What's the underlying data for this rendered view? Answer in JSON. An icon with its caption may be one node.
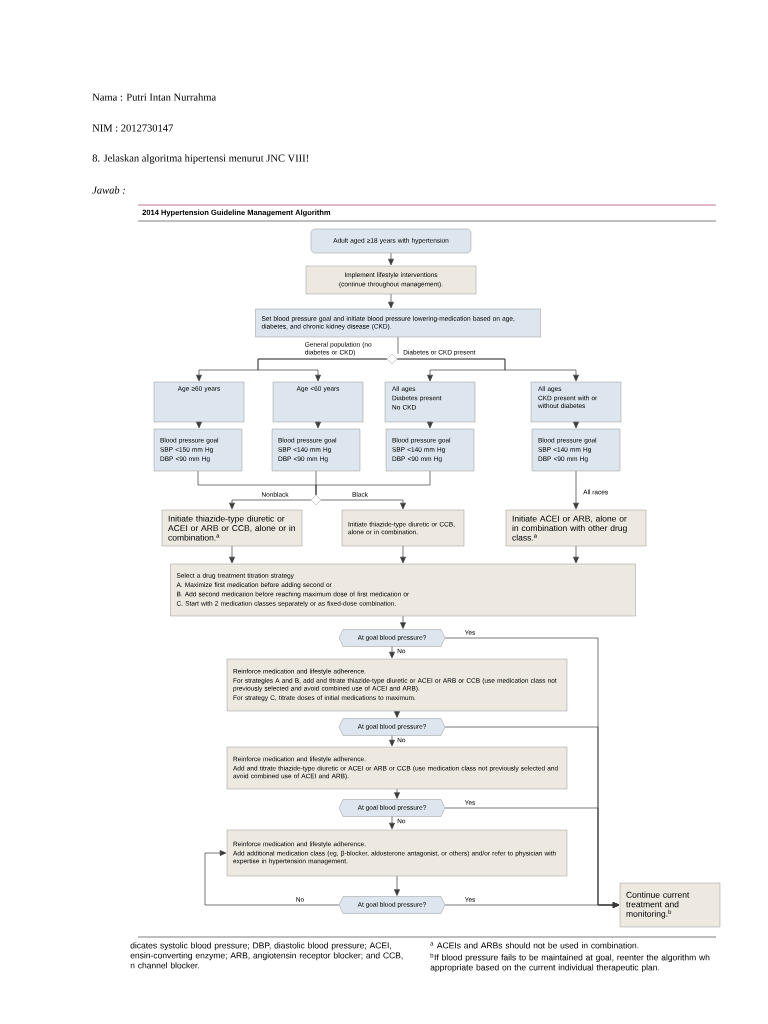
{
  "diagram": {
    "title": "2014 Hypertension Guideline Management Algorithm",
    "nodes": [
      {
        "text": [
          "Adult aged ≥18 years with hypertension"
        ]
      },
      {
        "text": [
          "Implement lifestyle interventions",
          "(continue throughout management)."
        ]
      },
      {
        "text": [
          "Set blood pressure goal and initiate blood pressure lowering-medication based on age, diabetes, and chronic kidney disease (CKD)."
        ]
      },
      {
        "text": [],
        "shape": "diamond"
      },
      {
        "text": [
          "Age ≥60 years"
        ]
      },
      {
        "text": [
          "Age <60 years"
        ]
      },
      {
        "text": [
          "All ages",
          "Diabetes present",
          "No CKD"
        ]
      },
      {
        "text": [
          "All ages",
          "CKD present with or without diabetes"
        ]
      },
      {
        "text": [
          "Blood pressure goal",
          "SBP <150 mm Hg",
          "DBP <90 mm Hg"
        ]
      },
      {
        "text": [
          "Blood pressure goal",
          "SBP <140 mm Hg",
          "DBP <90 mm Hg"
        ]
      },
      {
        "text": [
          "Blood pressure goal",
          "SBP <140 mm Hg",
          "DBP <90 mm Hg"
        ]
      },
      {
        "text": [
          "Blood pressure goal",
          "SBP <140 mm Hg",
          "DBP <90 mm Hg"
        ]
      },
      {
        "text": [],
        "shape": "diamond"
      },
      {
        "text": [
          "Initiate thiazide-type diuretic or ACEI or ARB or CCB, alone or in combination.$^{a}$"
        ]
      },
      {
        "text": [
          "Initiate thiazide-type diuretic or CCB, alone or in combination."
        ]
      },
      {
        "text": [
          "Initiate ACEI or ARB, alone or in combination with other drug class.$^{a}$"
        ]
      },
      {
        "text": [
          "Select a drug treatment titration strategy",
          "A. Maximize first medication before adding second or",
          "B. Add second medication before reaching maximum dose of first medication or",
          "C. Start with 2 medication classes separately or as fixed-dose combination."
        ]
      },
      {
        "text": [
          "At goal blood pressure?"
        ]
      },
      {
        "text": [
          "Reinforce medication and lifestyle adherence.",
          "For strategies A and B, add and titrate thiazide-type diuretic or ACEI or ARB or CCB (use medication class not previously selected and avoid combined use of ACEI and ARB).",
          "For strategy C, titrate doses of initial medications to maximum."
        ]
      },
      {
        "text": [
          "At goal blood pressure?"
        ]
      },
      {
        "text": [
          "Reinforce medication and lifestyle adherence.",
          "Add and titrate thiazide-type diuretic or ACEI or ARB or CCB (use medication class not previously selected and avoid combined use of ACEI and ARB)."
        ]
      },
      {
        "text": [
          "At goal blood pressure?"
        ]
      },
      {
        "text": [
          "Reinforce medication and lifestyle adherence.",
          "Add additional medication class (eg, β-blocker, aldosterone antagonist, or others) and/or refer to physician with expertise in hypertension management."
        ]
      },
      {
        "text": [
          "At goal blood pressure?"
        ]
      },
      {
        "text": [
          "Continue current treatment and monitoring.$^{b}$"
        ]
      }
    ],
    "edges": [
      {
        "from": 0,
        "to": 1,
        "arrow": "to"
      },
      {
        "from": 1,
        "to": 2,
        "arrow": "to"
      },
      {
        "from": 2,
        "to": 3,
        "arrow": "none"
      },
      {
        "from": 3,
        "to": 4,
        "arrow": "to",
        "label": "General population (no diabetes or CKD)"
      },
      {
        "from": 3,
        "to": 5,
        "arrow": "to"
      },
      {
        "from": 3,
        "to": 6,
        "arrow": "to",
        "label": "Diabetes or CKD present"
      },
      {
        "from": 3,
        "to": 7,
        "arrow": "to"
      },
      {
        "from": 4,
        "to": 8,
        "arrow": "to"
      },
      {
        "from": 5,
        "to": 9,
        "arrow": "to"
      },
      {
        "from": 6,
        "to": 10,
        "arrow": "to"
      },
      {
        "from": 7,
        "to": 11,
        "arrow": "to"
      },
      {
        "from": 8,
        "to": 12,
        "arrow": "none"
      },
      {
        "from": 9,
        "to": 12,
        "arrow": "none"
      },
      {
        "from": 10,
        "to": 12,
        "arrow": "none"
      },
      {
        "from": 12,
        "to": 13,
        "arrow": "to",
        "label": "Nonblack"
      },
      {
        "from": 12,
        "to": 14,
        "arrow": "to",
        "label": "Black"
      },
      {
        "from": 11,
        "to": 15,
        "arrow": "to",
        "label": "All races"
      },
      {
        "from": 13,
        "to": 16,
        "arrow": "to"
      },
      {
        "from": 14,
        "to": 16,
        "arrow": "to"
      },
      {
        "from": 15,
        "to": 16,
        "arrow": "to"
      },
      {
        "from": 16,
        "to": 17,
        "arrow": "to"
      },
      {
        "from": 17,
        "to": 18,
        "arrow": "to",
        "label": "No"
      },
      {
        "from": 17,
        "to": 24,
        "arrow": "to",
        "label": "Yes"
      },
      {
        "from": 18,
        "to": 19,
        "arrow": "to"
      },
      {
        "from": 19,
        "to": 24,
        "arrow": "to"
      },
      {
        "from": 19,
        "to": 20,
        "arrow": "to",
        "label": "No"
      },
      {
        "from": 20,
        "to": 21,
        "arrow": "to"
      },
      {
        "from": 21,
        "to": 24,
        "arrow": "to",
        "label": "Yes"
      },
      {
        "from": 21,
        "to": 22,
        "arrow": "to",
        "label": "No"
      },
      {
        "from": 22,
        "to": 23,
        "arrow": "to"
      },
      {
        "from": 23,
        "to": 22,
        "arrow": "to",
        "label": "No"
      },
      {
        "from": 23,
        "to": 24,
        "arrow": "to",
        "label": "Yes"
      }
    ],
    "labels": [
      "Nama  : Putri Intan Nurrahma",
      "NIM    : 2012730147",
      "8. Jelaskan algoritma hipertensi menurut JNC VIII!",
      "Jawab :",
      "dicates systolic blood pressure; DBP, diastolic blood pressure; ACEI, ensin-converting enzyme; ARB, angiotensin receptor blocker; and CCB, n channel blocker.",
      "$^{a}$ ACEIs and ARBs should not be used in combination.",
      "$^{b}$If blood pressure fails to be maintained at goal, reenter the algorithm wh appropriate based on the current individual therapeutic plan."
    ]
  }
}
